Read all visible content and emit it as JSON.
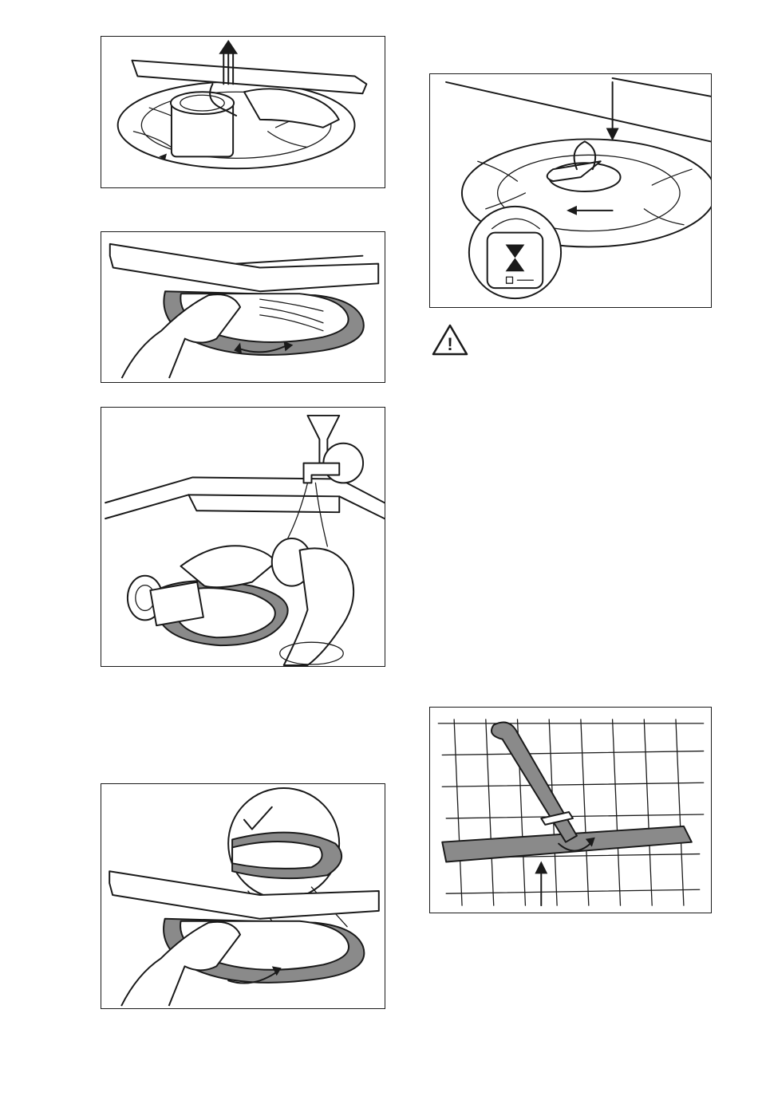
{
  "page": {
    "figures": [
      {
        "id": "remove-filter",
        "icon": "arrow-up-icon"
      },
      {
        "id": "turn-flat-filter",
        "icon": "rotate-left-arrow-icon"
      },
      {
        "id": "rinse-filters",
        "icon": "water-tap-icon"
      },
      {
        "id": "replace-flat-filter",
        "icon": "check-mark-icon"
      },
      {
        "id": "insert-filter",
        "icon": "arrow-down-icon"
      },
      {
        "id": "remove-spray-arm",
        "icon": "arrow-up-icon"
      }
    ],
    "warning": {
      "icon": "warning-triangle-icon",
      "symbol": "!"
    }
  }
}
